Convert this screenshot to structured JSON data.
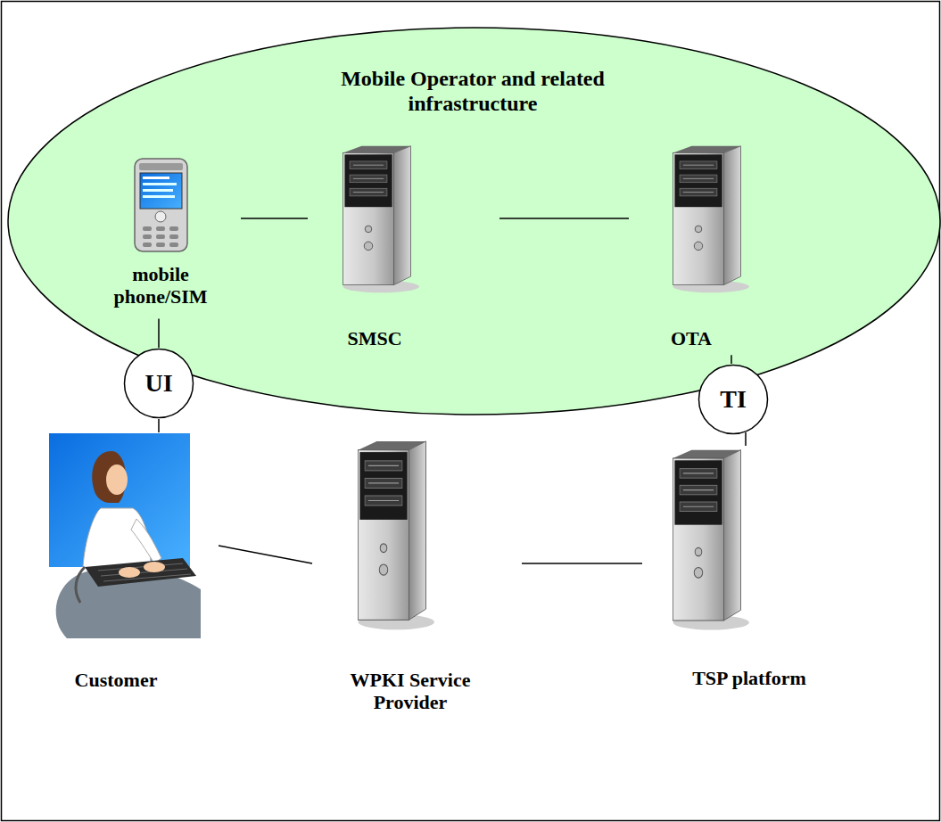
{
  "diagram": {
    "nodes": [
      {
        "text": [
          "Mobile Operator and related infrastructure"
        ]
      },
      {
        "text": [
          "mobile phone/SIM"
        ],
        "in": 0
      },
      {
        "text": [
          "SMSC"
        ],
        "in": 0
      },
      {
        "text": [
          "OTA"
        ],
        "in": 0
      },
      {
        "text": [
          "UI"
        ]
      },
      {
        "text": [
          "TI"
        ]
      },
      {
        "text": [
          "Customer"
        ]
      },
      {
        "text": [
          "WPKI Service Provider"
        ]
      },
      {
        "text": [
          "TSP platform"
        ]
      }
    ],
    "edges": [
      {
        "from": 1,
        "to": 2,
        "arrow": "none"
      },
      {
        "from": 2,
        "to": 3,
        "arrow": "none"
      },
      {
        "from": 1,
        "to": 4,
        "arrow": "none"
      },
      {
        "from": 4,
        "to": 6,
        "arrow": "none"
      },
      {
        "from": 3,
        "to": 5,
        "arrow": "none"
      },
      {
        "from": 5,
        "to": 8,
        "arrow": "none"
      },
      {
        "from": 6,
        "to": 7,
        "arrow": "none"
      },
      {
        "from": 7,
        "to": 8,
        "arrow": "none"
      }
    ]
  }
}
